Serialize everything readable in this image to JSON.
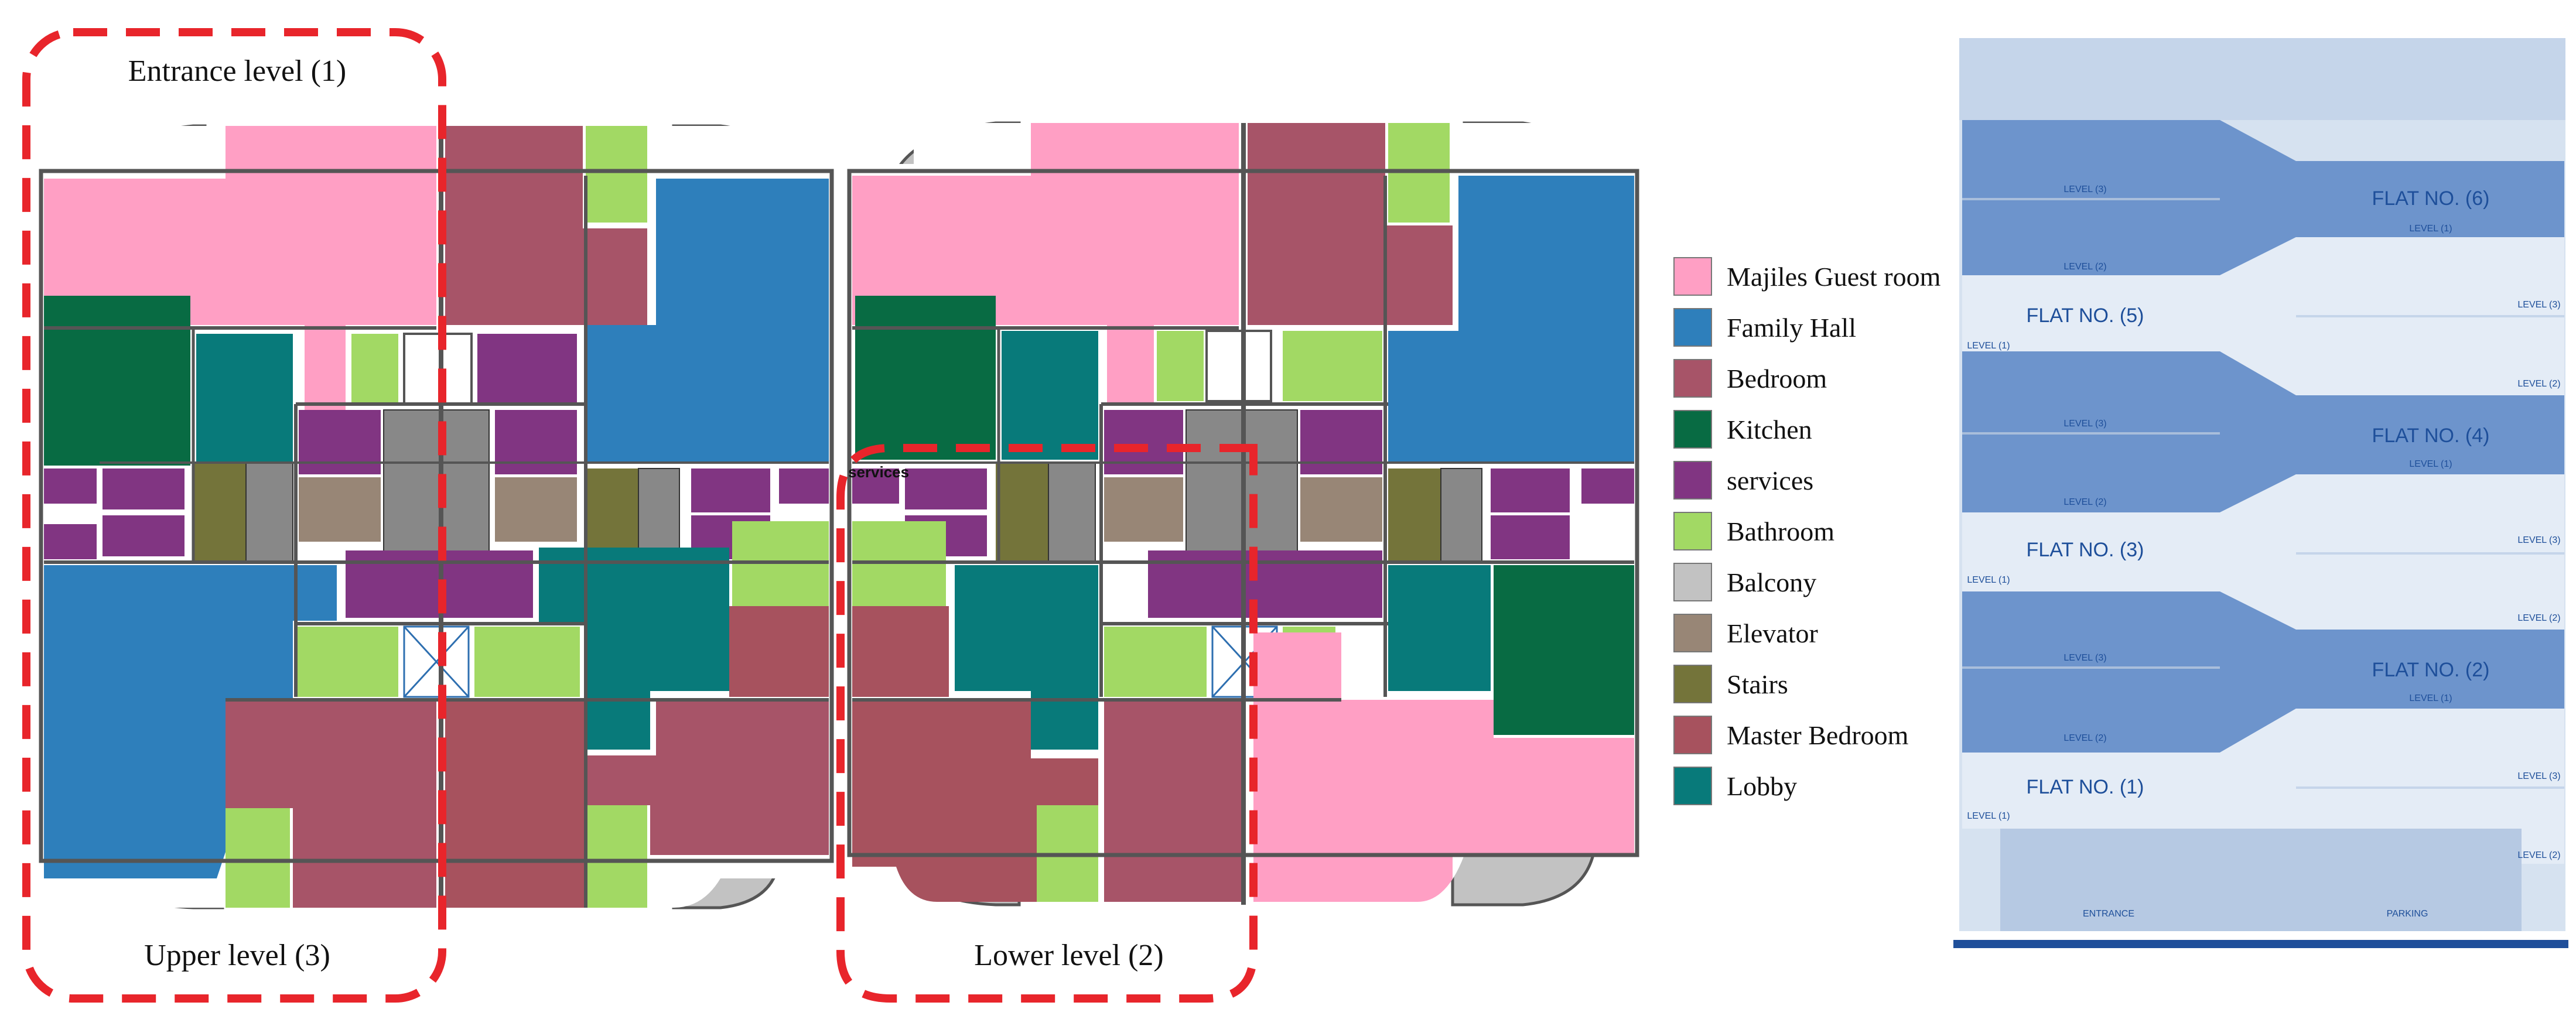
{
  "plan_labels": {
    "entrance_level": "Entrance level (1)",
    "upper_level": "Upper level (3)",
    "lower_level": "Lower level (2)",
    "services_tag": "services"
  },
  "colors": {
    "majlis": "#ff9fc4",
    "family_hall": "#2e7fbb",
    "bedroom": "#a75468",
    "kitchen": "#086b43",
    "services": "#813582",
    "bathroom": "#a2d964",
    "balcony": "#c2c2c2",
    "elevator": "#988676",
    "stairs": "#74743a",
    "master_bedroom": "#a7525e",
    "lobby": "#087a7a",
    "wall": "#555555",
    "dash": "#e8252b"
  },
  "legend": [
    {
      "label": "Majiles Guest room",
      "color": "#ff9fc4"
    },
    {
      "label": "Family Hall",
      "color": "#2e7fbb"
    },
    {
      "label": "Bedroom",
      "color": "#a75468"
    },
    {
      "label": "Kitchen",
      "color": "#086b43"
    },
    {
      "label": "services",
      "color": "#813582"
    },
    {
      "label": "Bathroom",
      "color": "#a2d964"
    },
    {
      "label": "Balcony",
      "color": "#c2c2c2"
    },
    {
      "label": "Elevator",
      "color": "#988676"
    },
    {
      "label": "Stairs",
      "color": "#74743a"
    },
    {
      "label": "Master Bedroom",
      "color": "#a7525e"
    },
    {
      "label": "Lobby",
      "color": "#087a7a"
    }
  ],
  "section": {
    "flat6": "FLAT NO. (6)",
    "flat5": "FLAT NO. (5)",
    "flat4": "FLAT NO. (4)",
    "flat3": "FLAT NO. (3)",
    "flat2": "FLAT NO. (2)",
    "flat1": "FLAT NO. (1)",
    "level1": "LEVEL (1)",
    "level2": "LEVEL (2)",
    "level3": "LEVEL (3)",
    "entrance": "ENTRANCE",
    "parking": "PARKING"
  }
}
